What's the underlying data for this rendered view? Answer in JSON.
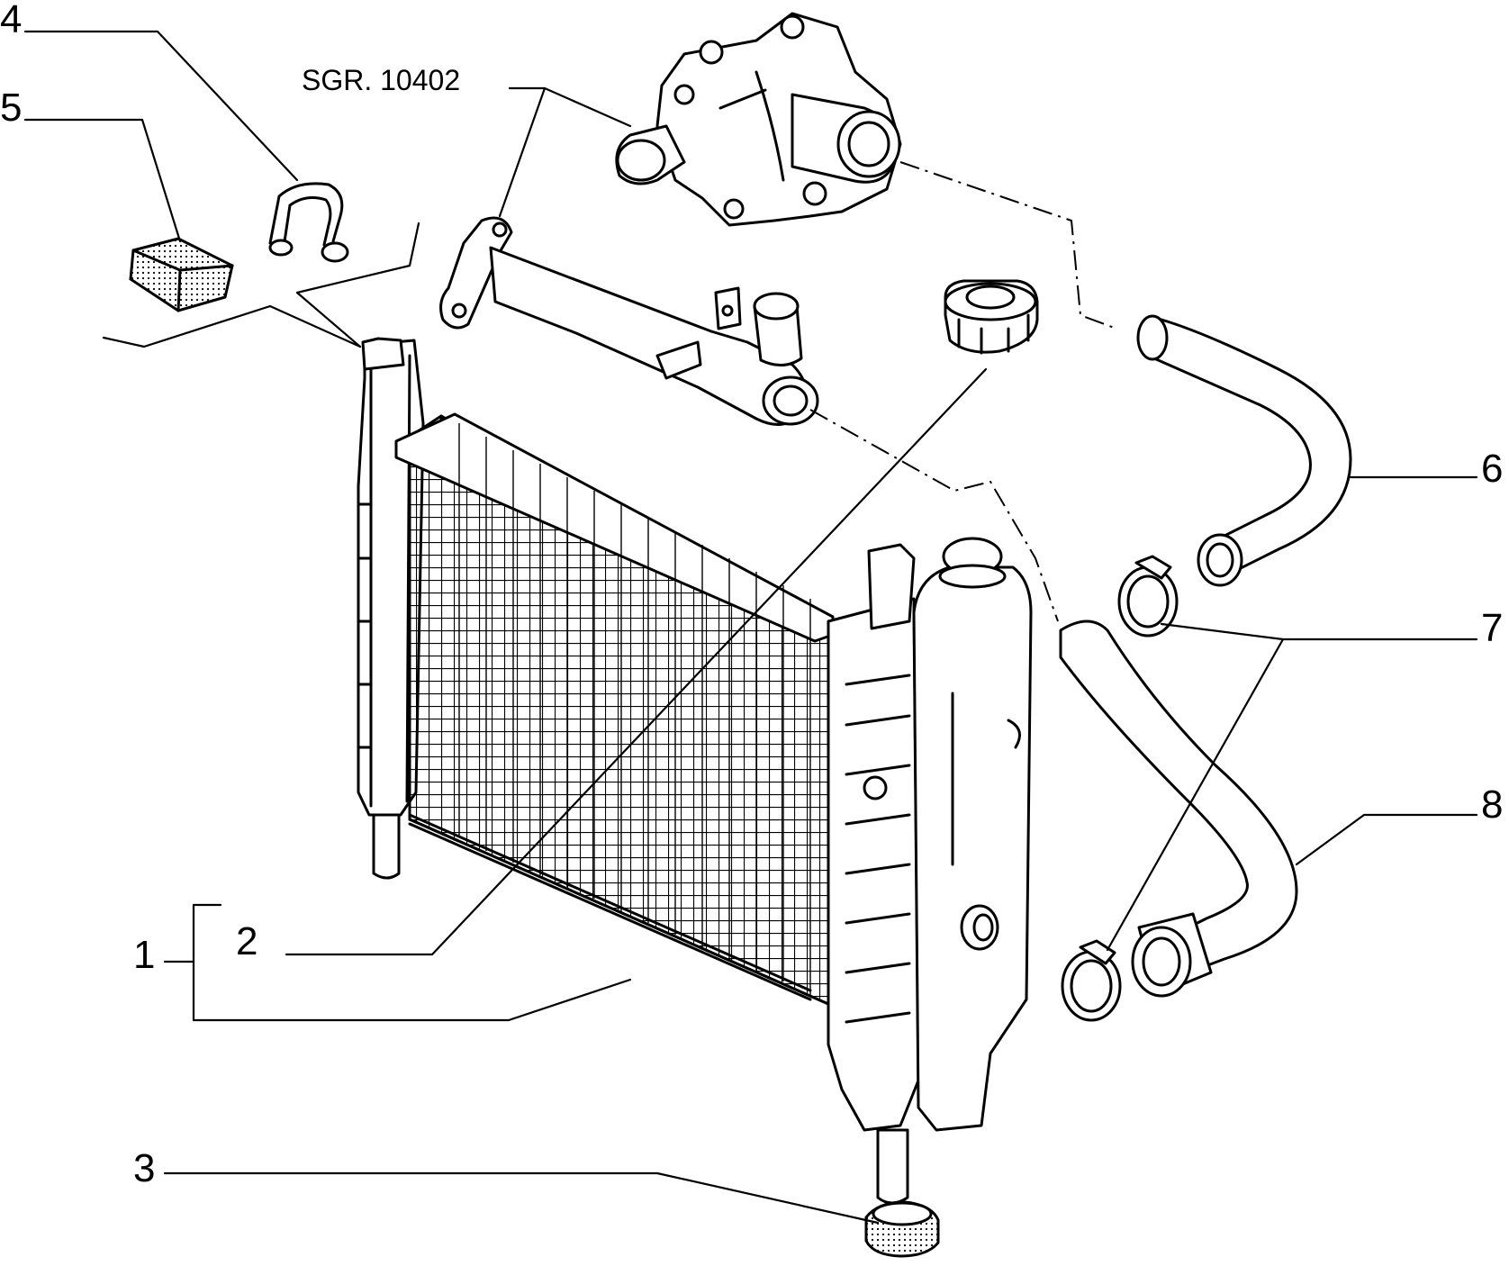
{
  "reference": "SGR. 10402",
  "callouts": [
    "1",
    "2",
    "3",
    "4",
    "5",
    "6",
    "7",
    "8"
  ]
}
